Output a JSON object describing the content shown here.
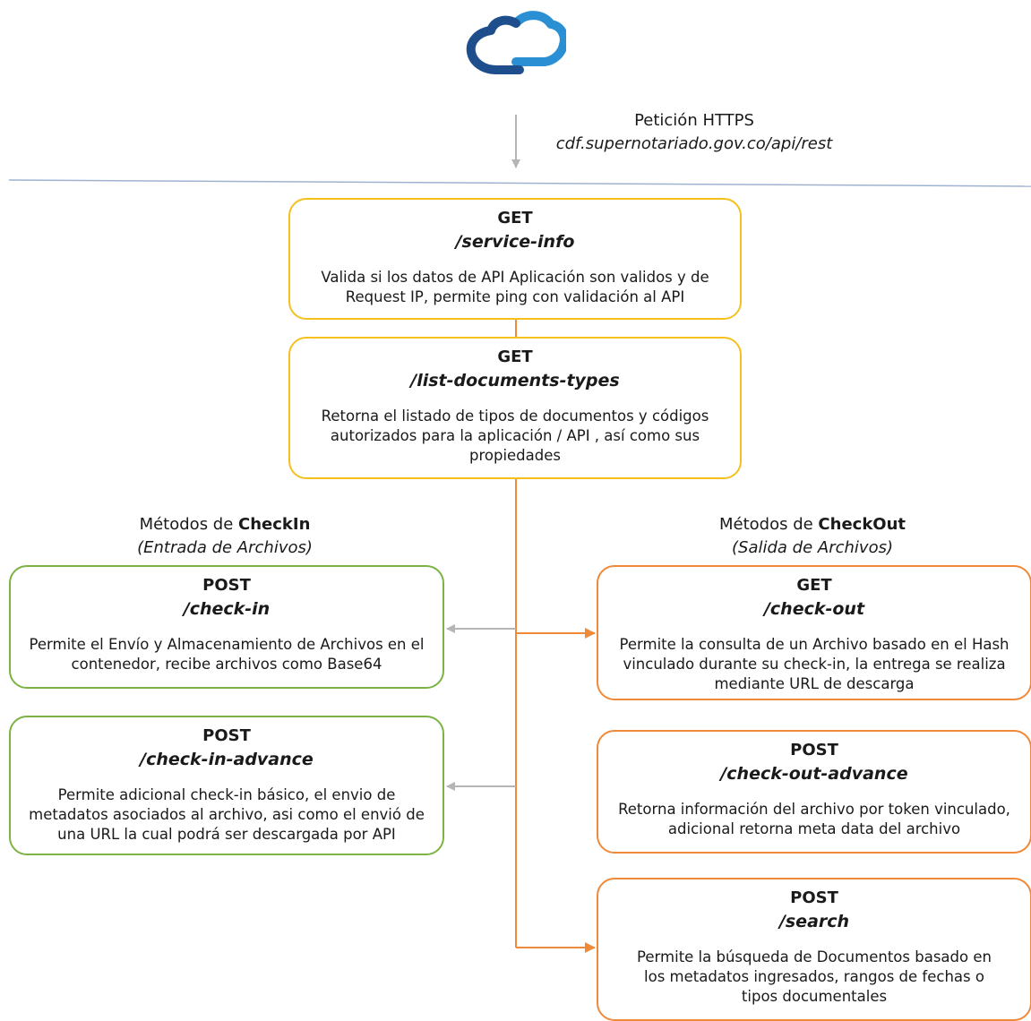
{
  "request": {
    "label": "Petición HTTPS",
    "url": "cdf.supernotariado.gov.co/api/rest"
  },
  "endpoints": {
    "service_info": {
      "method": "GET",
      "path": "/service-info",
      "description": "Valida si los datos de API Aplicación son validos y de Request IP, permite ping con validación al API"
    },
    "list_documents_types": {
      "method": "GET",
      "path": "/list-documents-types",
      "description": "Retorna el listado de tipos de documentos y códigos autorizados para la aplicación / API , así como sus propiedades"
    },
    "check_in": {
      "method": "POST",
      "path": "/check-in",
      "description": "Permite el Envío y Almacenamiento de Archivos en el contenedor, recibe archivos como Base64"
    },
    "check_in_advance": {
      "method": "POST",
      "path": "/check-in-advance",
      "description": "Permite adicional check-in básico, el envio de metadatos asociados al archivo, asi como el envió de una URL la cual podrá ser descargada por API"
    },
    "check_out": {
      "method": "GET",
      "path": "/check-out",
      "description": "Permite la consulta de un Archivo basado en el Hash vinculado durante su check-in, la entrega se realiza mediante URL de descarga"
    },
    "check_out_advance": {
      "method": "POST",
      "path": "/check-out-advance",
      "description": "Retorna información del archivo por token vinculado, adicional retorna meta data del archivo"
    },
    "search": {
      "method": "POST",
      "path": "/search",
      "description": "Permite la búsqueda de Documentos basado en los metadatos ingresados, rangos de fechas o tipos documentales"
    }
  },
  "sections": {
    "checkin": {
      "prefix": "Métodos de ",
      "name": "CheckIn",
      "subtitle": "(Entrada de Archivos)"
    },
    "checkout": {
      "prefix": "Métodos de ",
      "name": "CheckOut",
      "subtitle": "(Salida de Archivos)"
    }
  },
  "colors": {
    "get_box": "#f5c01e",
    "checkin_box": "#7cb342",
    "checkout_box": "#ef8a3a",
    "connector_orange": "#ef8a3a",
    "arrow_gray": "#b5b5b5",
    "cloud_dark": "#1e4f8c",
    "cloud_light": "#2b8fd4"
  }
}
